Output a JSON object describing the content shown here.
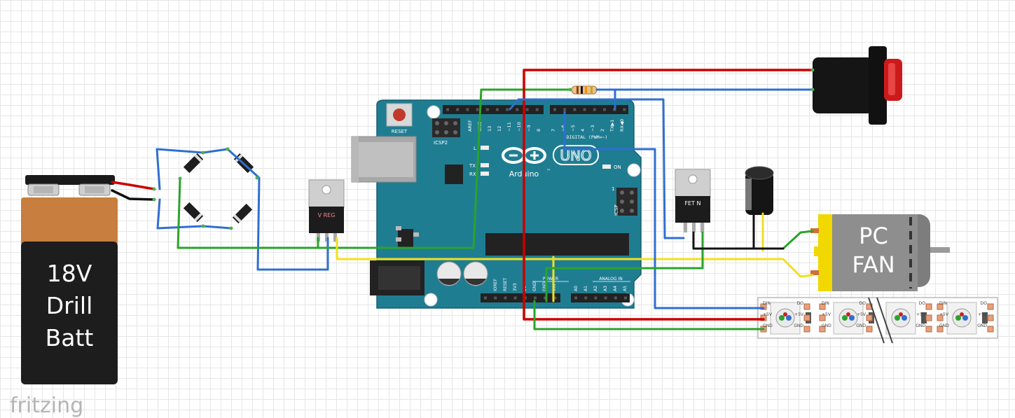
{
  "battery": {
    "line1": "18V",
    "line2": "Drill",
    "line3": "Batt"
  },
  "arduino": {
    "logo_text": "Arduino",
    "logo_tm": "™",
    "model": "UNO",
    "reset_label": "RESET",
    "icsp2_label": "ICSP2",
    "icsp_label": "ICSP",
    "icsp_pin1": "1",
    "led_l": "L",
    "led_tx": "TX",
    "led_rx": "RX",
    "on_label": "ON",
    "aref": "AREF",
    "gnd": "GND",
    "digital_pins": [
      "13",
      "12",
      "~11",
      "~10",
      "~9",
      "8",
      "7",
      "~6",
      "~5",
      "4",
      "~3",
      "2",
      "TX▶1",
      "RX◀0"
    ],
    "digital_label": "DIGITAL (PWM=~)",
    "power_pins": [
      "IOREF",
      "RESET",
      "3V3",
      "5V",
      "GND",
      "GND",
      "VIN"
    ],
    "power_label": "POWER",
    "analog_pins": [
      "A0",
      "A1",
      "A2",
      "A3",
      "A4",
      "A5"
    ],
    "analog_label": "ANALOG IN"
  },
  "regulator": {
    "label": "V REG"
  },
  "mosfet": {
    "label": "FET N"
  },
  "fan": {
    "line1": "PC",
    "line2": "FAN"
  },
  "led_strip": {
    "pins_in": [
      "DIN",
      "+5V",
      "GND"
    ],
    "pins_out": [
      "DO",
      "+5V",
      "GND"
    ]
  },
  "brand": {
    "name": "fritzing"
  },
  "colors": {
    "wire_red": "#cc0000",
    "wire_green": "#2aa32a",
    "wire_blue": "#2f6fd0",
    "wire_yellow": "#f0e020",
    "wire_black": "#111111",
    "board": "#1f7d92"
  }
}
